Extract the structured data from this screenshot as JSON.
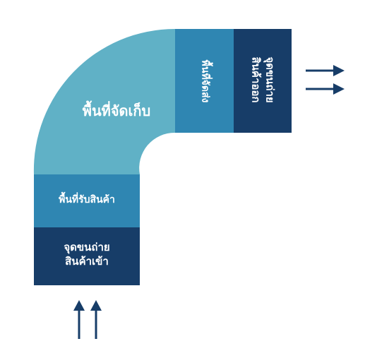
{
  "zones": {
    "inbound_dock": {
      "line1": "จุดขนถ่าย",
      "line2": "สินค้าเข้า"
    },
    "receiving": "พื้นที่รับสินค้า",
    "storage": "พื้นที่จัดเก็บ",
    "shipping": "พื้นที่จัดส่ง",
    "outbound_dock": {
      "line1": "จุดขนถ่าย",
      "line2": "สินค้าออก"
    }
  },
  "colors": {
    "dark_navy": "#173d68",
    "mid_blue": "#2f86b2",
    "light_teal": "#60b1c6",
    "arrow": "#173d68",
    "text": "#ffffff"
  },
  "icons": [
    "arrow-up-icon",
    "arrow-up-icon",
    "arrow-right-icon",
    "arrow-right-icon"
  ]
}
